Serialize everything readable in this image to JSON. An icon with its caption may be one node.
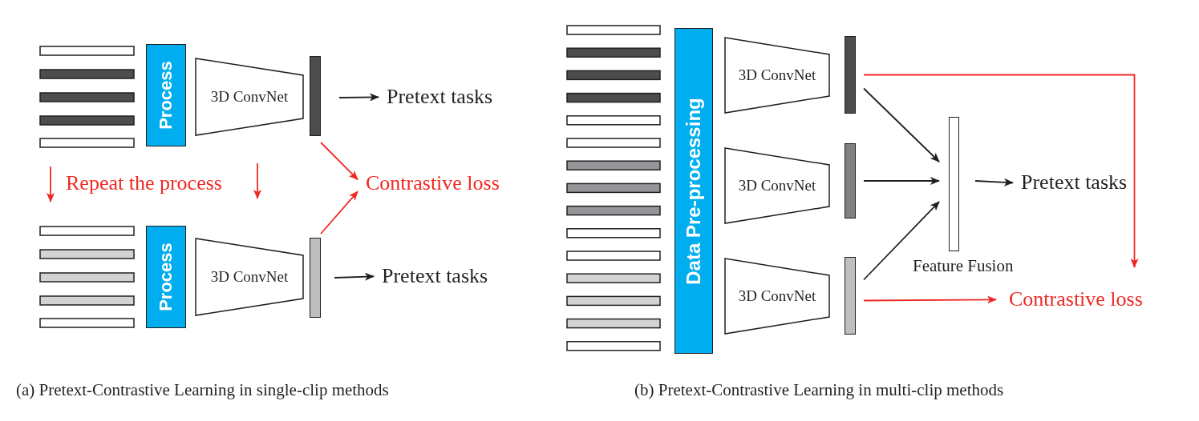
{
  "diagram": {
    "nodes": [
      {
        "text": [
          "Process"
        ]
      },
      {
        "text": [
          "3D ConvNet"
        ]
      },
      {
        "text": [],
        "shape": "bar"
      },
      {
        "text": [
          "Pretext tasks"
        ]
      },
      {
        "text": [
          "Contrastive loss"
        ]
      },
      {
        "text": [
          "Process"
        ]
      },
      {
        "text": [
          "3D ConvNet"
        ]
      },
      {
        "text": [],
        "shape": "bar"
      },
      {
        "text": [
          "Pretext tasks"
        ]
      },
      {
        "text": [
          "Data Pre-processing"
        ]
      },
      {
        "text": [
          "3D ConvNet"
        ]
      },
      {
        "text": [
          "3D ConvNet"
        ]
      },
      {
        "text": [
          "3D ConvNet"
        ]
      },
      {
        "text": [],
        "shape": "bar"
      },
      {
        "text": [],
        "shape": "bar"
      },
      {
        "text": [],
        "shape": "bar"
      },
      {
        "text": [],
        "shape": "bar",
        "beside": [
          "Feature Fusion"
        ]
      },
      {
        "text": [
          "Pretext tasks"
        ]
      },
      {
        "text": [
          "Contrastive loss"
        ]
      }
    ],
    "edges": [
      {
        "from": 2,
        "to": 3,
        "arrow": "to"
      },
      {
        "from": 2,
        "to": 4,
        "arrow": "to",
        "color": "#ee2a24"
      },
      {
        "from": 7,
        "to": 4,
        "arrow": "to",
        "color": "#ee2a24"
      },
      {
        "from": 7,
        "to": 8,
        "arrow": "to"
      },
      {
        "from": 13,
        "to": 16,
        "arrow": "to"
      },
      {
        "from": 14,
        "to": 16,
        "arrow": "to"
      },
      {
        "from": 15,
        "to": 16,
        "arrow": "to"
      },
      {
        "from": 16,
        "to": 17,
        "arrow": "to"
      },
      {
        "from": 13,
        "to": 18,
        "arrow": "to",
        "color": "#ee2a24"
      },
      {
        "from": 15,
        "to": 18,
        "arrow": "to",
        "color": "#ee2a24"
      }
    ],
    "labels": [
      "Repeat the process",
      "(a) Pretext-Contrastive Learning in single-clip methods",
      "(b) Pretext-Contrastive Learning in multi-clip methods"
    ]
  }
}
